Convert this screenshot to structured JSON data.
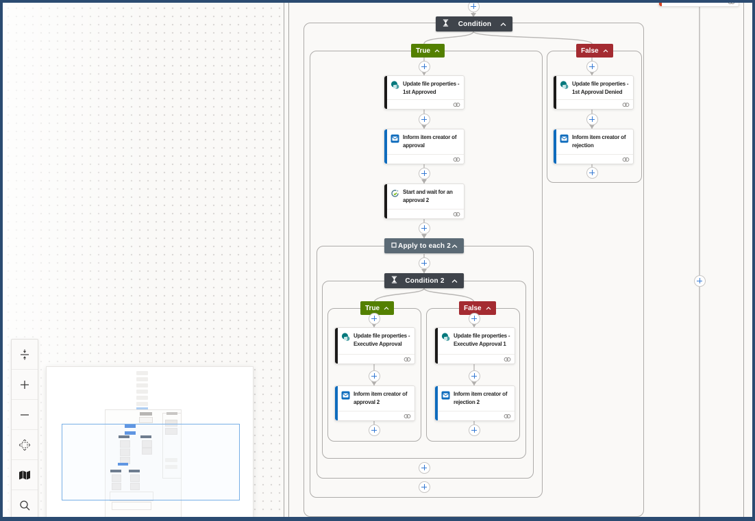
{
  "window": {
    "border_color": "#2b4b71",
    "canvas": "dotted-grid-canvas"
  },
  "flow": {
    "condition": {
      "label": "Condition",
      "icon": "condition-icon",
      "chevron": "chevron-up-icon"
    },
    "apply_to_each": {
      "label": "Apply to each 2",
      "icon": "loop-icon",
      "chevron": "chevron-up-icon"
    },
    "condition2": {
      "label": "Condition 2",
      "icon": "condition-icon",
      "chevron": "chevron-up-icon"
    },
    "badges": {
      "true1": "True",
      "false1": "False",
      "true2": "True",
      "false2": "False"
    },
    "cards": {
      "t1": {
        "title": "Update file properties - 1st Approved",
        "icon": "sharepoint-icon",
        "footer_icon": "connection-icon"
      },
      "t2": {
        "title": "Inform item creator of approval",
        "icon": "outlook-icon",
        "footer_icon": "connection-icon"
      },
      "t3": {
        "title": "Start and wait for an approval 2",
        "icon": "approvals-icon",
        "footer_icon": "connection-icon"
      },
      "it1": {
        "title": "Update file properties - Executive Approval",
        "icon": "sharepoint-icon",
        "footer_icon": "connection-icon"
      },
      "it2": {
        "title": "Inform item creator of approval 2",
        "icon": "outlook-icon",
        "footer_icon": "connection-icon"
      },
      "if1": {
        "title": "Update file properties - Executive Approval 1",
        "icon": "sharepoint-icon",
        "footer_icon": "connection-icon"
      },
      "if2": {
        "title": "Inform item creator of rejection 2",
        "icon": "outlook-icon",
        "footer_icon": "connection-icon"
      },
      "f1": {
        "title": "Update file properties - 1st Approval Denied",
        "icon": "sharepoint-icon",
        "footer_icon": "connection-icon"
      },
      "f2": {
        "title": "Inform item creator of rejection",
        "icon": "outlook-icon",
        "footer_icon": "connection-icon"
      },
      "cutoff": {
        "title": "",
        "footer_icon": "connection-icon"
      }
    }
  },
  "toolbar": {
    "buttons": [
      "fit-height-icon",
      "zoom-in-icon",
      "zoom-out-icon",
      "pan-mode-icon",
      "map-icon",
      "search-icon"
    ]
  },
  "minimap": {
    "present": true,
    "viewport": "current-view-rectangle"
  },
  "colors": {
    "true_badge": "#538000",
    "false_badge": "#a42b31",
    "condition_header": "#3f444b",
    "apply_header": "#5b6a75",
    "plus_blue": "#3378d2",
    "sharepoint_teal": "#03787c",
    "outlook_blue": "#0f6cbd",
    "black_accent": "#1b1a19",
    "alert_accent": "#d64524",
    "edge_gray": "#b8b6b4"
  }
}
